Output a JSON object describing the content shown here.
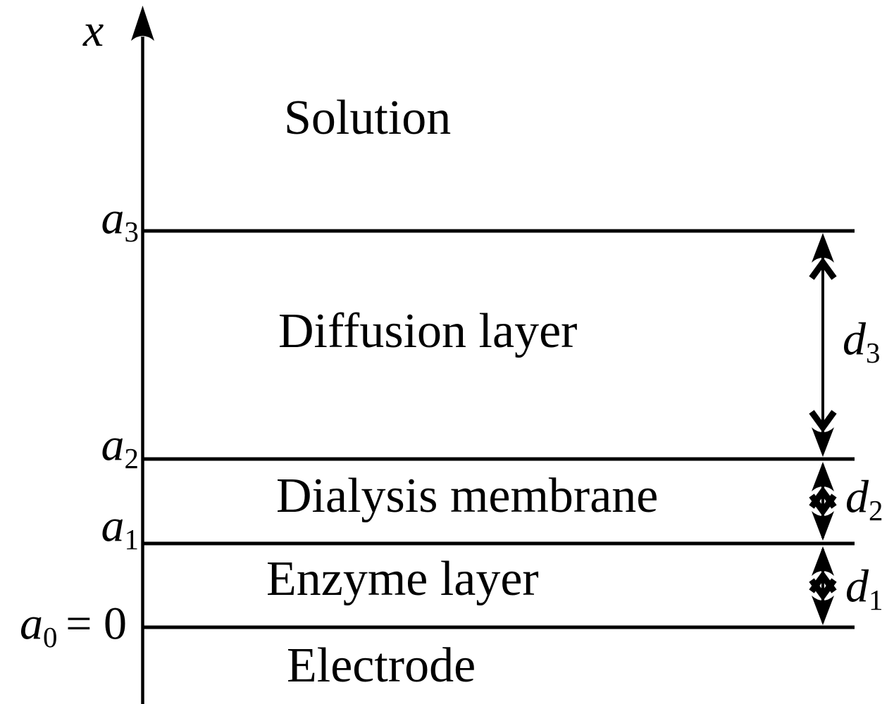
{
  "colors": {
    "ink": "#000000",
    "background": "#ffffff"
  },
  "axis": {
    "label": "x"
  },
  "regions": {
    "solution": "Solution",
    "diffusion_layer": "Diffusion layer",
    "dialysis_membrane": "Dialysis membrane",
    "enzyme_layer": "Enzyme layer",
    "electrode": "Electrode"
  },
  "boundaries": {
    "a3": {
      "base": "a",
      "sub": "3"
    },
    "a2": {
      "base": "a",
      "sub": "2"
    },
    "a1": {
      "base": "a",
      "sub": "1"
    },
    "a0": {
      "base": "a",
      "sub": "0",
      "suffix": "= 0"
    }
  },
  "distances": {
    "d3": {
      "base": "d",
      "sub": "3"
    },
    "d2": {
      "base": "d",
      "sub": "2"
    },
    "d1": {
      "base": "d",
      "sub": "1"
    }
  }
}
